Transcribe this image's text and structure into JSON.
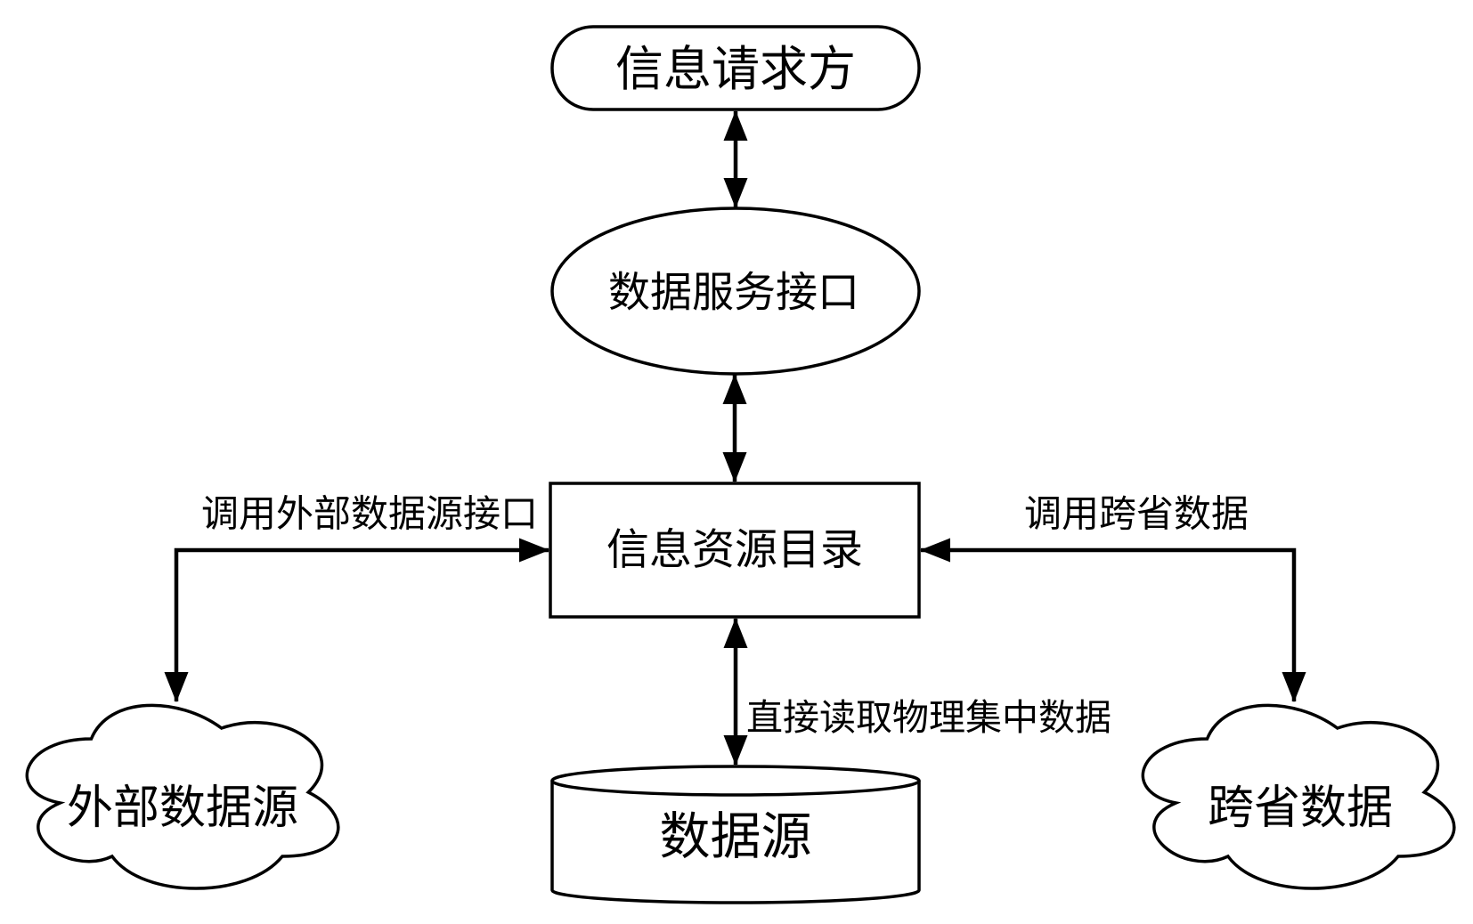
{
  "canvas": {
    "background": "#ffffff",
    "stroke_color": "#000000",
    "fill_color": "#ffffff"
  },
  "nodes": {
    "requester": {
      "label": "信息请求方",
      "shape": "stadium"
    },
    "service_interface": {
      "label": "数据服务接口",
      "shape": "ellipse"
    },
    "resource_catalog": {
      "label": "信息资源目录",
      "shape": "rectangle"
    },
    "data_source": {
      "label": "数据源",
      "shape": "cylinder"
    },
    "external_data_source": {
      "label": "外部数据源",
      "shape": "cloud"
    },
    "cross_province_data": {
      "label": "跨省数据",
      "shape": "cloud"
    }
  },
  "edges": {
    "external_call_label": "调用外部数据源接口",
    "cross_province_call_label": "调用跨省数据",
    "direct_read_label": "直接读取物理集中数据"
  }
}
